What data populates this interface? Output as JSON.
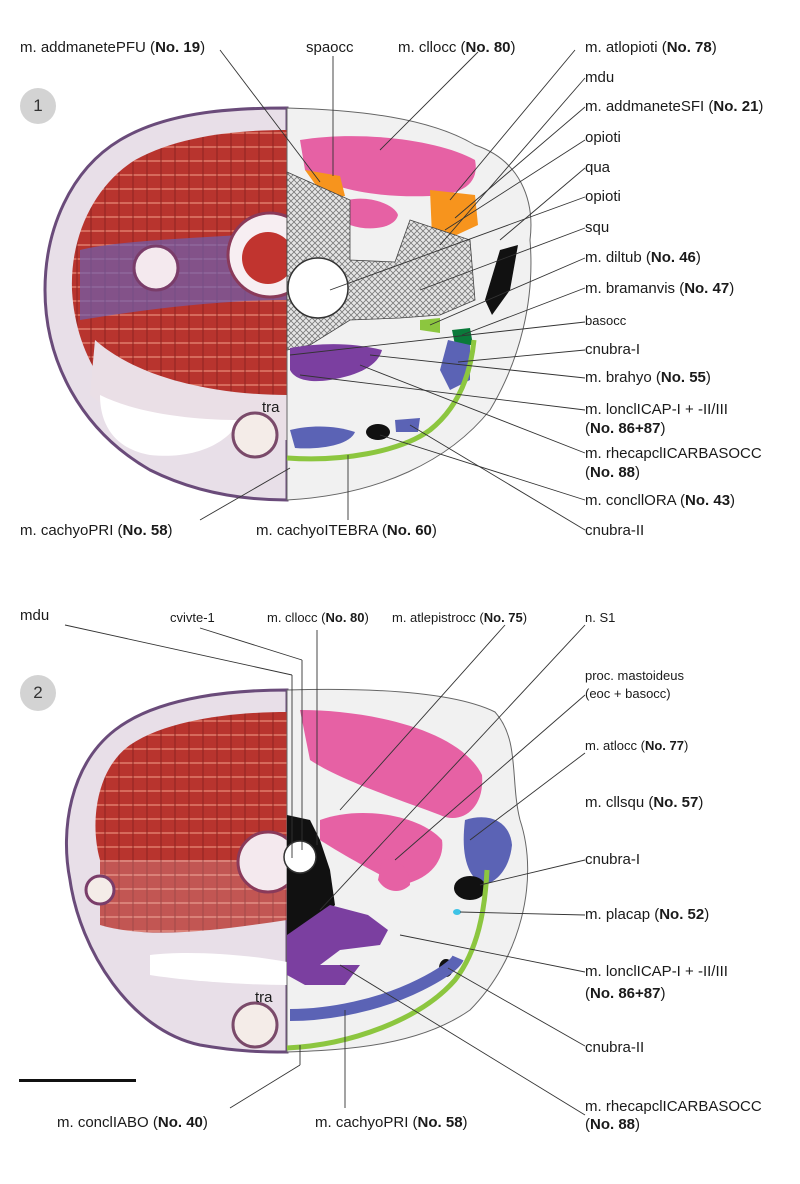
{
  "colors": {
    "pink": "#e661a4",
    "orange": "#f7941d",
    "purple": "#7b3fa0",
    "blue": "#5b63b5",
    "green": "#8cc63f",
    "darkgreen": "#0a7a3a",
    "cyan": "#3ec3e6",
    "black": "#111111",
    "bone_hatch": "#9a9a9a",
    "head_fill": "#f1f1f1",
    "histo_red": "#c0392b"
  },
  "panel1": {
    "badge": "1",
    "labels": [
      {
        "id": "addmanetepfu",
        "pre": "m. addmanetePFU (",
        "num": "No. 19",
        "post": ")"
      },
      {
        "id": "spaocc",
        "pre": "spaocc",
        "num": "",
        "post": ""
      },
      {
        "id": "cllocc",
        "pre": "m. cllocc (",
        "num": "No. 80",
        "post": ")"
      },
      {
        "id": "atlopioti",
        "pre": "m. atlopioti (",
        "num": "No. 78",
        "post": ")"
      },
      {
        "id": "mdu",
        "pre": "mdu",
        "num": "",
        "post": ""
      },
      {
        "id": "addmanetesfi",
        "pre": "m. addmaneteSFI (",
        "num": "No. 21",
        "post": ")"
      },
      {
        "id": "opioti1",
        "pre": "opioti",
        "num": "",
        "post": ""
      },
      {
        "id": "qua",
        "pre": "qua",
        "num": "",
        "post": ""
      },
      {
        "id": "opioti2",
        "pre": "opioti",
        "num": "",
        "post": ""
      },
      {
        "id": "squ",
        "pre": "squ",
        "num": "",
        "post": ""
      },
      {
        "id": "diltub",
        "pre": "m. diltub (",
        "num": "No. 46",
        "post": ")"
      },
      {
        "id": "bramanvis",
        "pre": "m. bramanvis (",
        "num": "No. 47",
        "post": ")"
      },
      {
        "id": "basocc",
        "pre": "basocc",
        "num": "",
        "post": ""
      },
      {
        "id": "cnubra1",
        "pre": "cnubra-I",
        "num": "",
        "post": ""
      },
      {
        "id": "brahyo",
        "pre": "m. brahyo (",
        "num": "No. 55",
        "post": ")"
      },
      {
        "id": "lonccap",
        "pre": "m. lonclICAP-I + -II/III",
        "num": "",
        "post": ""
      },
      {
        "id": "lonccap_num",
        "pre": "(",
        "num": "No. 86+87",
        "post": ")"
      },
      {
        "id": "rhecap",
        "pre": "m. rhecapclICARBASOCC",
        "num": "",
        "post": ""
      },
      {
        "id": "rhecap_num",
        "pre": "(",
        "num": "No. 88",
        "post": ")"
      },
      {
        "id": "concllora",
        "pre": "m. concllORA (",
        "num": "No. 43",
        "post": ")"
      },
      {
        "id": "cnubra2",
        "pre": "cnubra-II",
        "num": "",
        "post": ""
      },
      {
        "id": "cachyopri",
        "pre": "m. cachyoPRI (",
        "num": "No. 58",
        "post": ")"
      },
      {
        "id": "cachyotebra",
        "pre": "m. cachyoITEBRA (",
        "num": "No. 60",
        "post": ")"
      },
      {
        "id": "tra",
        "pre": "tra",
        "num": "",
        "post": ""
      }
    ]
  },
  "panel2": {
    "badge": "2",
    "labels": [
      {
        "id": "mdu",
        "pre": "mdu",
        "num": "",
        "post": ""
      },
      {
        "id": "cvivte",
        "pre": "cvivte-1",
        "num": "",
        "post": ""
      },
      {
        "id": "cllocc",
        "pre": "m. cllocc (",
        "num": "No. 80",
        "post": ")"
      },
      {
        "id": "atlepistrocc",
        "pre": "m. atlepistrocc (",
        "num": "No. 75",
        "post": ")"
      },
      {
        "id": "ns1",
        "pre": "n. S1",
        "num": "",
        "post": ""
      },
      {
        "id": "proc",
        "pre": "proc. mastoideus",
        "num": "",
        "post": ""
      },
      {
        "id": "proc2",
        "pre": "(eoc + basocc)",
        "num": "",
        "post": ""
      },
      {
        "id": "atlocc",
        "pre": "m. atlocc (",
        "num": "No. 77",
        "post": ")"
      },
      {
        "id": "cllsqu",
        "pre": "m. cllsqu (",
        "num": "No. 57",
        "post": ")"
      },
      {
        "id": "cnubra1",
        "pre": "cnubra-I",
        "num": "",
        "post": ""
      },
      {
        "id": "placap",
        "pre": "m. placap (",
        "num": "No. 52",
        "post": ")"
      },
      {
        "id": "lonccap",
        "pre": "m. lonclICAP-I + -II/III",
        "num": "",
        "post": ""
      },
      {
        "id": "lonccap_num",
        "pre": "(",
        "num": "No. 86+87",
        "post": ")"
      },
      {
        "id": "cnubra2",
        "pre": "cnubra-II",
        "num": "",
        "post": ""
      },
      {
        "id": "rhecap",
        "pre": "m. rhecapclICARBASOCC",
        "num": "",
        "post": ""
      },
      {
        "id": "rhecap_num",
        "pre": "(",
        "num": "No. 88",
        "post": ")"
      },
      {
        "id": "conclabo",
        "pre": "m. conclIABO (",
        "num": "No. 40",
        "post": ")"
      },
      {
        "id": "cachyopri",
        "pre": "m. cachyoPRI (",
        "num": "No. 58",
        "post": ")"
      },
      {
        "id": "tra",
        "pre": "tra",
        "num": "",
        "post": ""
      }
    ]
  }
}
